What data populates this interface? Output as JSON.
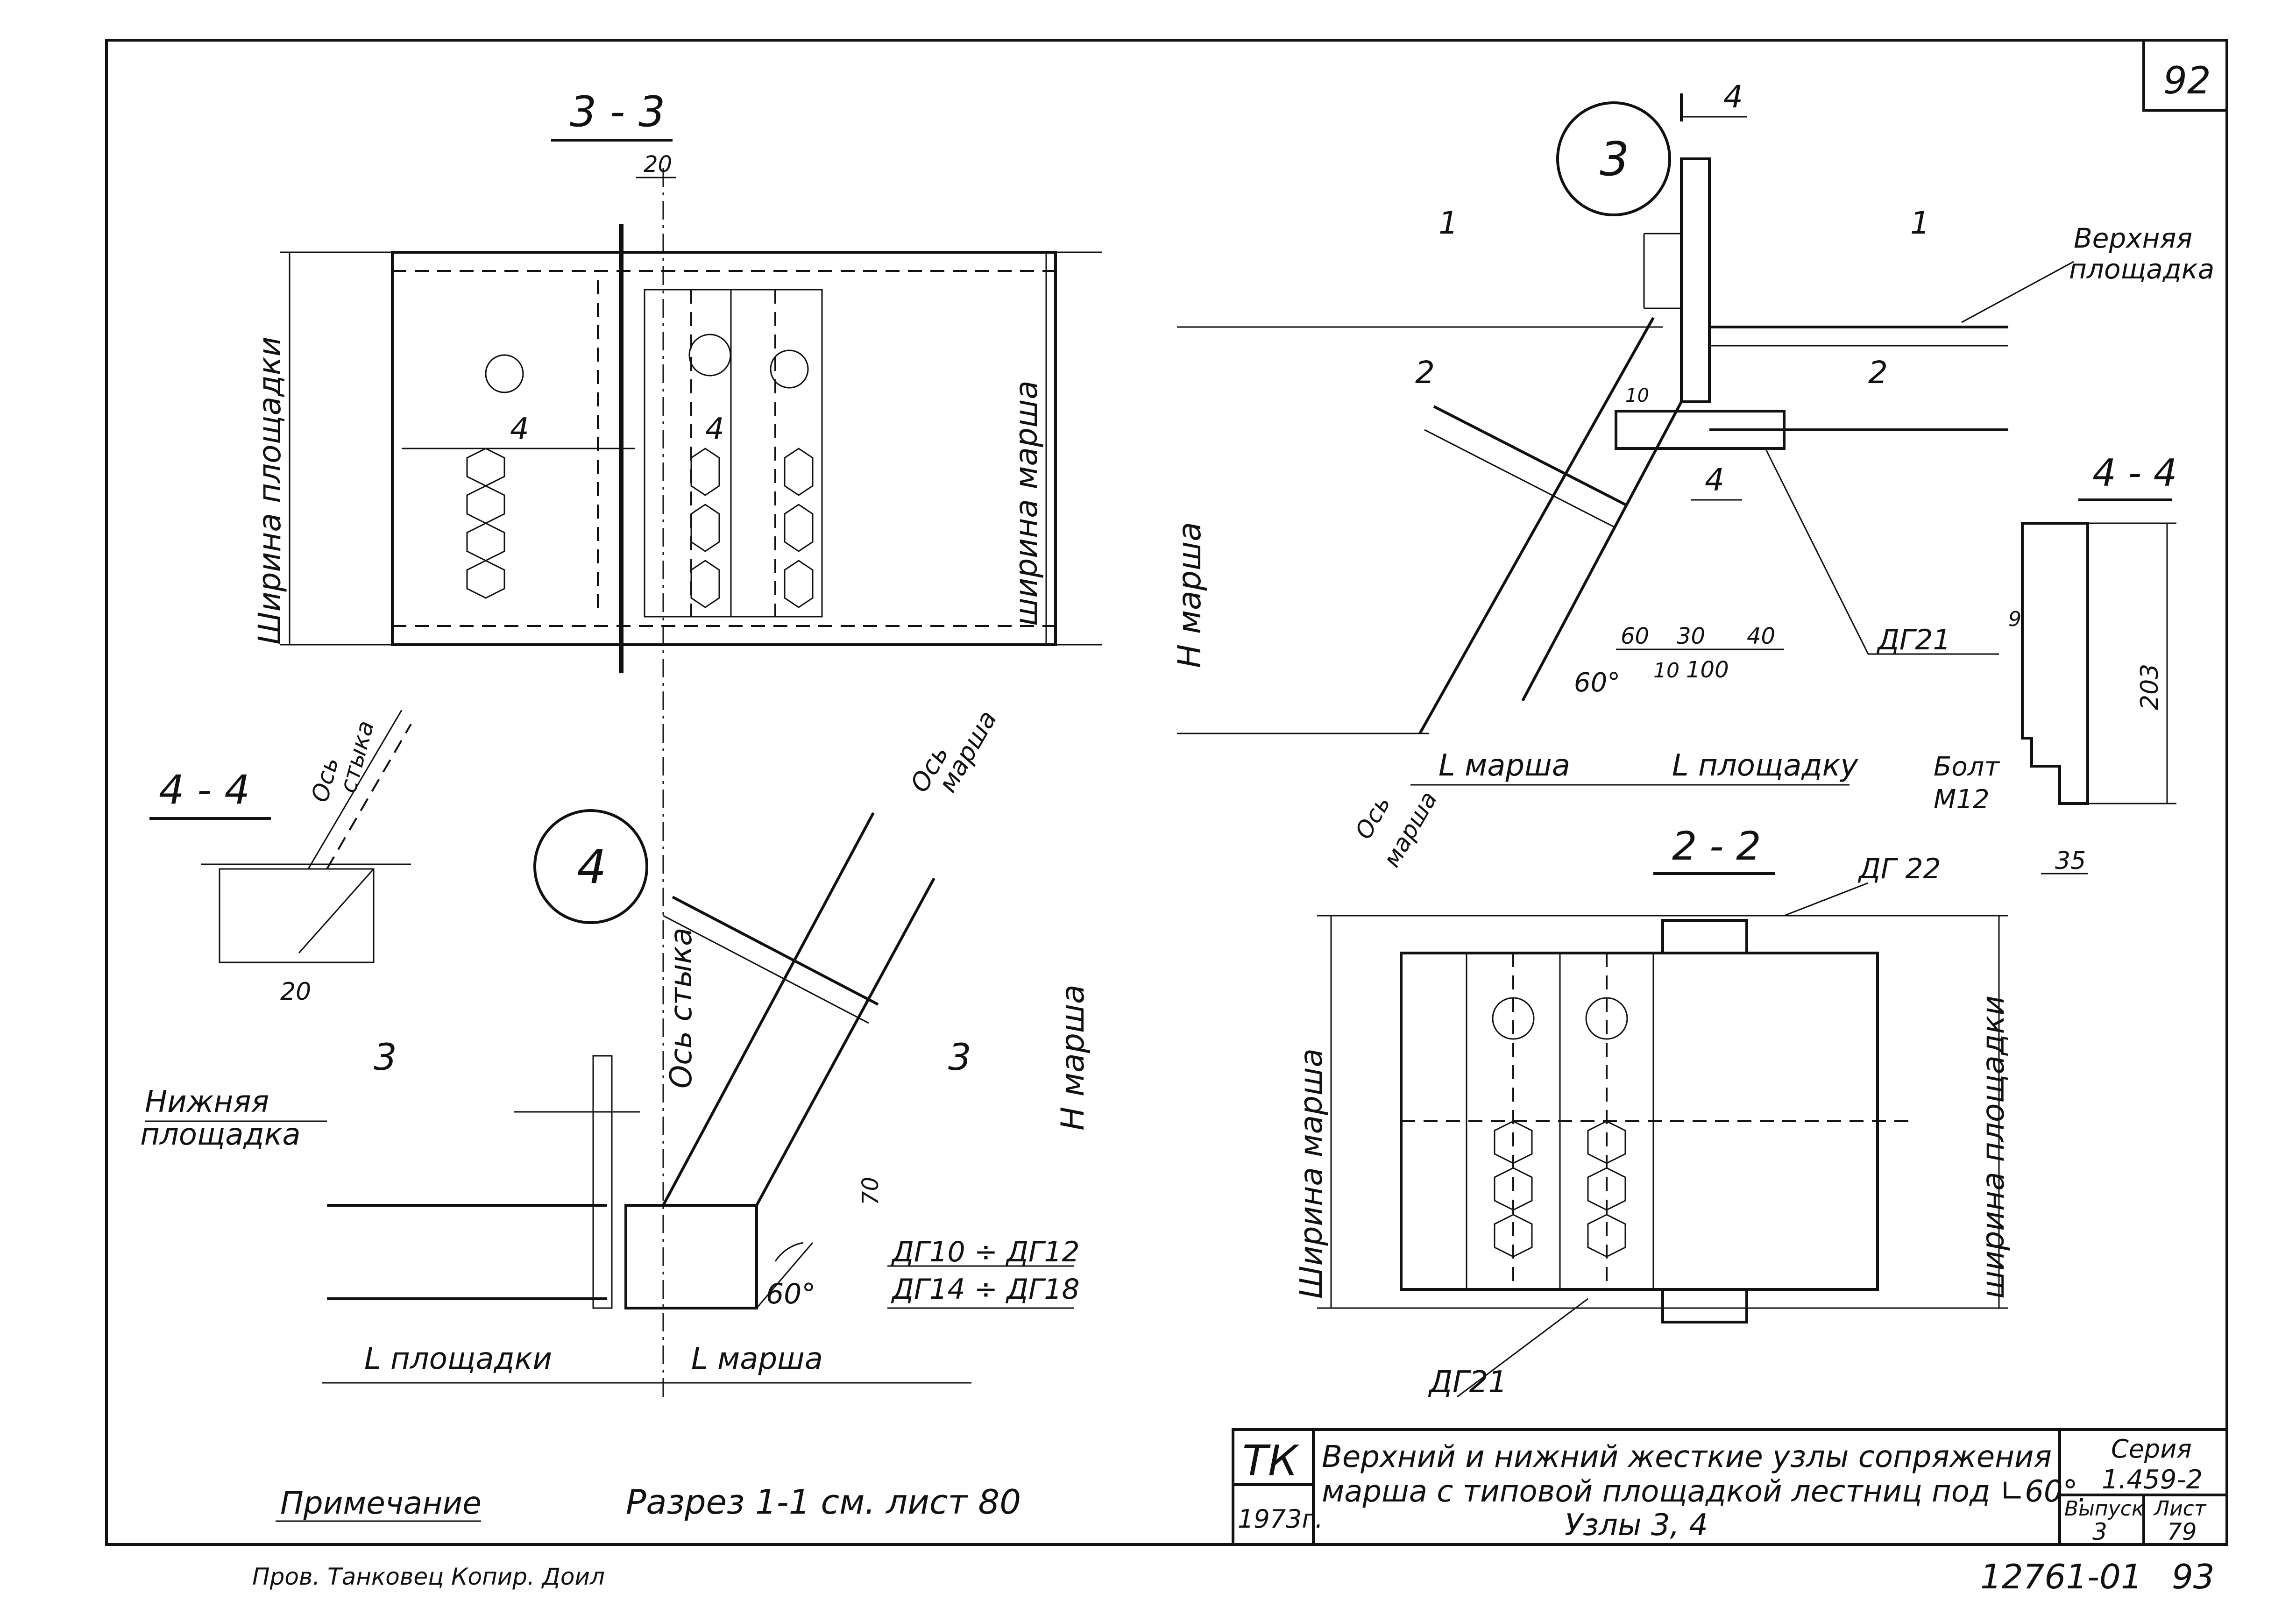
{
  "sheet": {
    "page_number": "92",
    "corner_bottom_right": "93",
    "archive_number": "12761-01",
    "signature_line": "Пров. Танковец Копир. Доил"
  },
  "title_block": {
    "org": "ТК",
    "year": "1973г.",
    "title_line1": "Верхний и нижний жесткие узлы сопряжения",
    "title_line2": "марша с типовой площадкой лестниц под ∟60°.",
    "title_line3": "Узлы 3, 4",
    "series_label": "Серия",
    "series_value": "1.459-2",
    "issue_label": "Выпуск",
    "issue_value": "3",
    "sheet_label": "Лист",
    "sheet_value": "79"
  },
  "note": {
    "label": "Примечание",
    "text": "Разрез 1-1 см. лист 80"
  },
  "view_3_3": {
    "title": "3 - 3",
    "dim_top": "20",
    "label_left": "Ширина площадки",
    "label_right": "ширина марша",
    "cut_left": "4",
    "cut_right": "4"
  },
  "view_4_4_left": {
    "title": "4 - 4",
    "axis_label_1": "Ось",
    "axis_label_2": "стыка",
    "dim_bottom": "20"
  },
  "node_4": {
    "number": "4",
    "axis_joint": "Ось стыка",
    "axis_march_1": "Ось",
    "axis_march_2": "марша",
    "lower_landing_1": "Нижняя",
    "lower_landing_2": "площадка",
    "cut_left": "3",
    "cut_right": "3",
    "h_march": "Н марша",
    "dim_70": "70",
    "angle": "60°",
    "ref_1": "ДГ10 ÷ ДГ12",
    "ref_2": "ДГ14 ÷ ДГ18",
    "l_landing": "L площадки",
    "l_march": "L марша"
  },
  "node_3": {
    "number": "3",
    "cut_top": "4",
    "cut_mid": "4",
    "cut_1_left": "1",
    "cut_1_right": "1",
    "cut_2_left": "2",
    "cut_2_right": "2",
    "upper_landing_1": "Верхняя",
    "upper_landing_2": "площадка",
    "h_march": "Н марша",
    "dim_10_top": "10",
    "dim_60": "60",
    "dim_30": "30",
    "dim_40": "40",
    "dim_10": "10",
    "dim_100": "100",
    "angle": "60°",
    "ref": "ДГ21",
    "axis_march_1": "Ось",
    "axis_march_2": "марша",
    "l_march": "L марша",
    "l_landing": "L площадку"
  },
  "view_4_4_right": {
    "title": "4 - 4",
    "dim_9": "9",
    "dim_203": "203",
    "dim_35": "35",
    "bolt_1": "Болт",
    "bolt_2": "М12"
  },
  "view_2_2": {
    "title": "2 - 2",
    "ref_top": "ДГ 22",
    "ref_bottom": "ДГ21",
    "label_left": "Ширина марша",
    "label_right": "ширина площадки"
  }
}
